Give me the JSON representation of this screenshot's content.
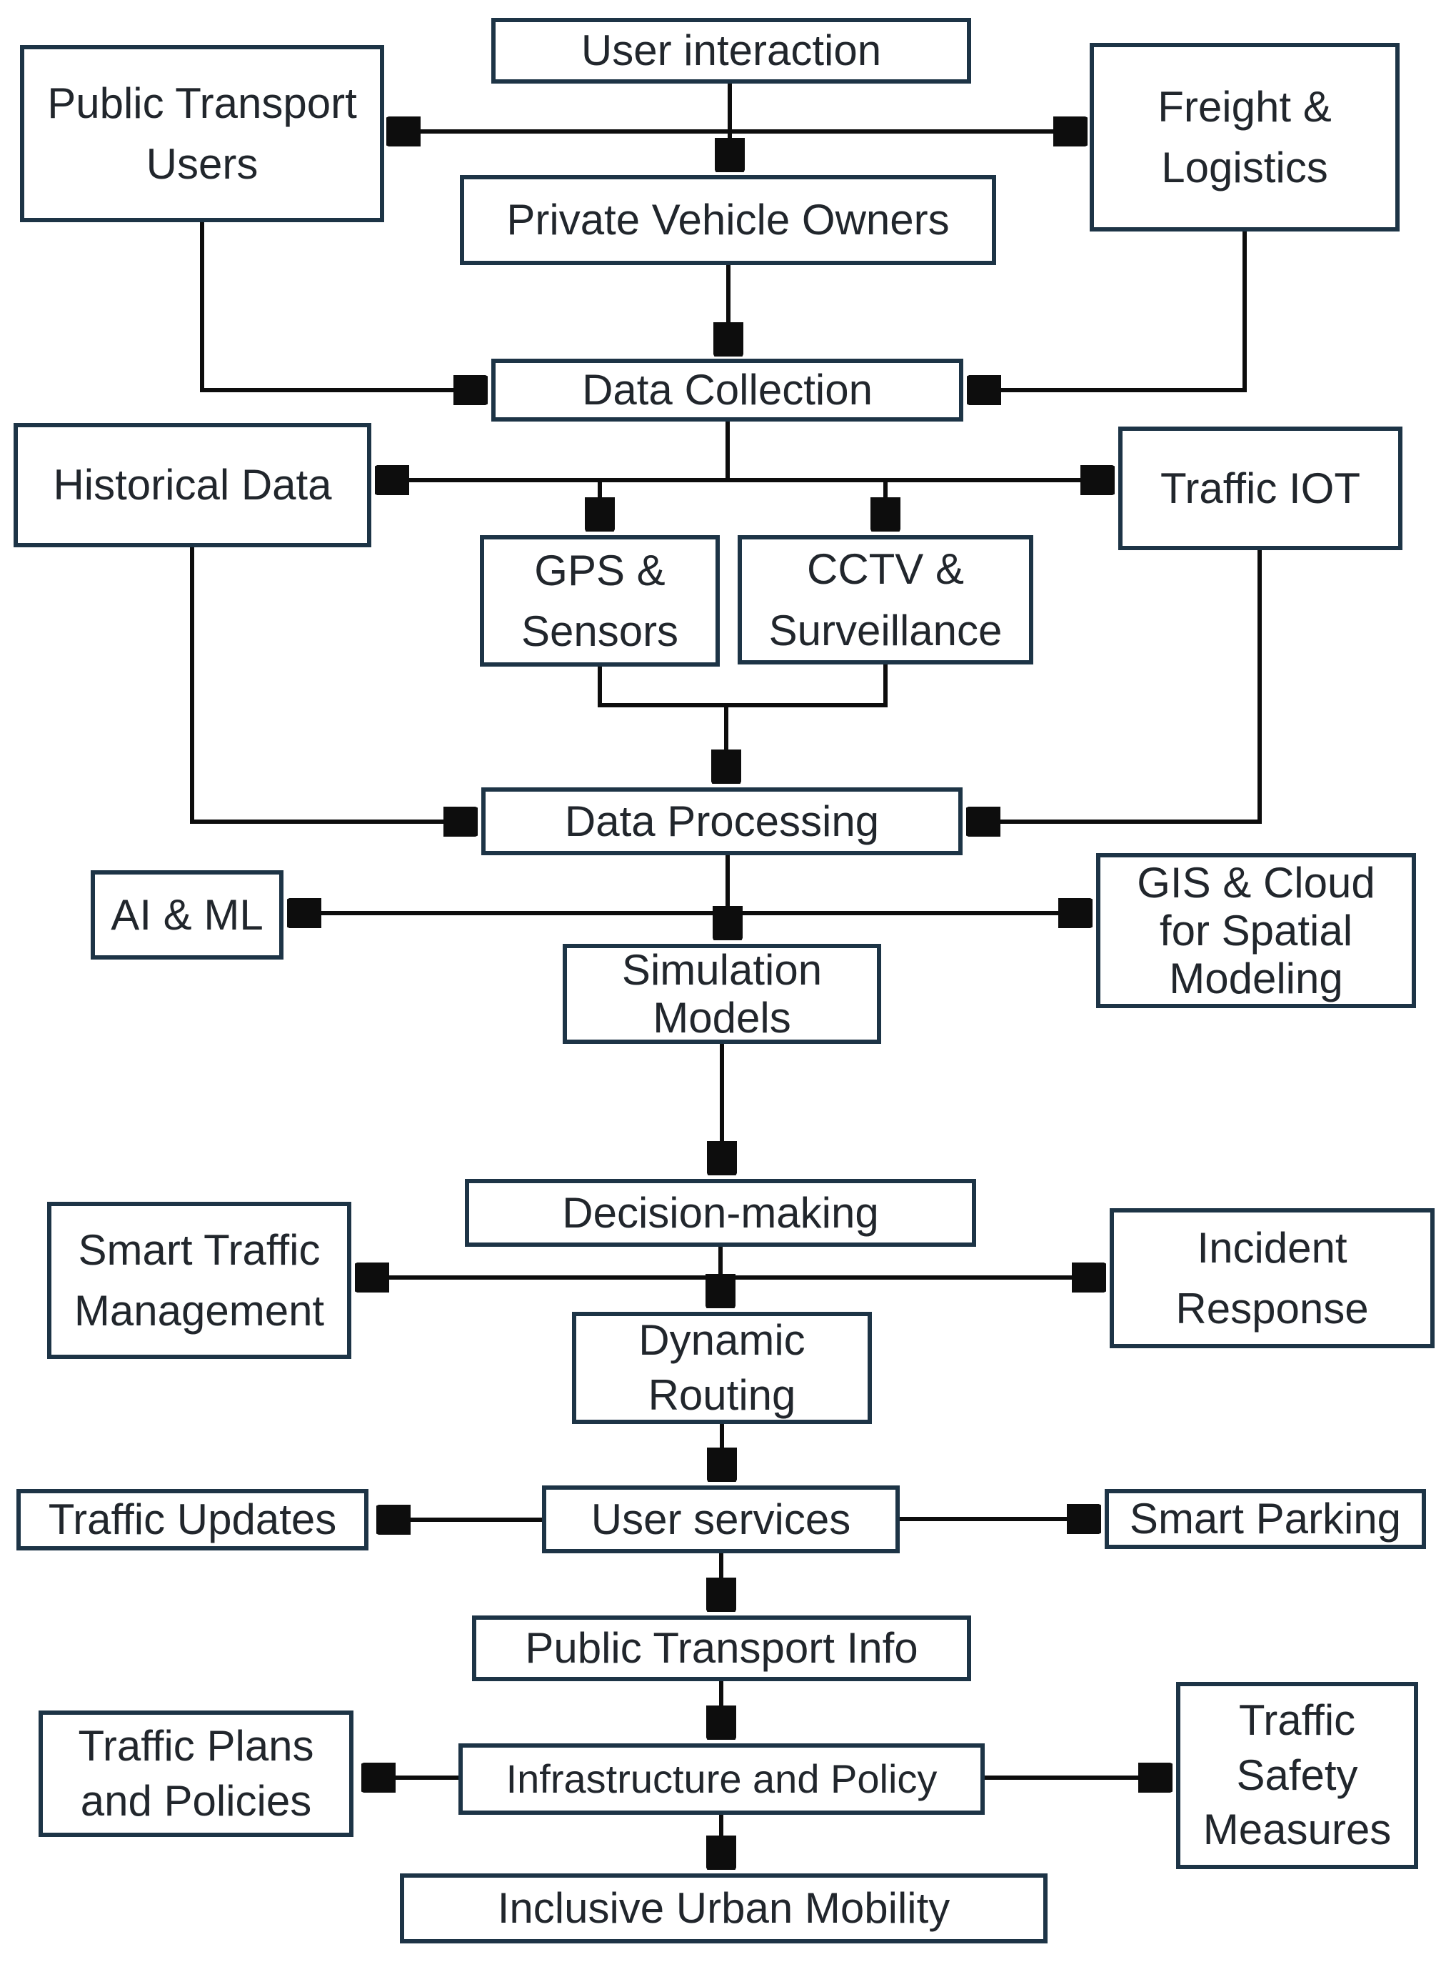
{
  "diagram_title": "Smart traffic management system flowchart",
  "colors": {
    "box_border": "#1d3446",
    "box_fill": "#ffffff",
    "connector": "#0d0d0d",
    "text": "#21262c",
    "background": "#ffffff"
  },
  "nodes": {
    "user_interaction": {
      "label": "User interaction"
    },
    "public_transport_users": {
      "label": "Public Transport\nUsers"
    },
    "freight_logistics": {
      "label": "Freight &\nLogistics"
    },
    "private_vehicle_owners": {
      "label": "Private Vehicle Owners"
    },
    "data_collection": {
      "label": "Data Collection"
    },
    "historical_data": {
      "label": "Historical Data"
    },
    "traffic_iot": {
      "label": "Traffic IOT"
    },
    "gps_sensors": {
      "label": "GPS &\nSensors"
    },
    "cctv_surveillance": {
      "label": "CCTV &\nSurveillance"
    },
    "data_processing": {
      "label": "Data Processing"
    },
    "ai_ml": {
      "label": "AI & ML"
    },
    "gis_cloud": {
      "label": "GIS & Cloud\nfor Spatial\nModeling"
    },
    "simulation_models": {
      "label": "Simulation\nModels"
    },
    "decision_making": {
      "label": "Decision-making"
    },
    "smart_traffic_management": {
      "label": "Smart Traffic\nManagement"
    },
    "incident_response": {
      "label": "Incident\nResponse"
    },
    "dynamic_routing": {
      "label": "Dynamic\nRouting"
    },
    "traffic_updates": {
      "label": "Traffic Updates"
    },
    "user_services": {
      "label": "User services"
    },
    "smart_parking": {
      "label": "Smart Parking"
    },
    "public_transport_info": {
      "label": "Public Transport Info"
    },
    "infrastructure_policy": {
      "label": "Infrastructure and Policy"
    },
    "traffic_plans_policies": {
      "label": "Traffic Plans\nand Policies"
    },
    "traffic_safety_measures": {
      "label": "Traffic\nSafety\nMeasures"
    },
    "inclusive_urban_mobility": {
      "label": "Inclusive Urban Mobility"
    }
  },
  "edges": [
    {
      "from": "user_interaction",
      "to": "public_transport_users"
    },
    {
      "from": "user_interaction",
      "to": "freight_logistics"
    },
    {
      "from": "user_interaction",
      "to": "private_vehicle_owners"
    },
    {
      "from": "private_vehicle_owners",
      "to": "data_collection"
    },
    {
      "from": "public_transport_users",
      "to": "data_collection"
    },
    {
      "from": "freight_logistics",
      "to": "data_collection"
    },
    {
      "from": "data_collection",
      "to": "historical_data"
    },
    {
      "from": "data_collection",
      "to": "traffic_iot"
    },
    {
      "from": "data_collection",
      "to": "gps_sensors"
    },
    {
      "from": "data_collection",
      "to": "cctv_surveillance"
    },
    {
      "from": "gps_sensors",
      "to": "data_processing"
    },
    {
      "from": "cctv_surveillance",
      "to": "data_processing"
    },
    {
      "from": "historical_data",
      "to": "data_processing"
    },
    {
      "from": "traffic_iot",
      "to": "data_processing"
    },
    {
      "from": "data_processing",
      "to": "ai_ml"
    },
    {
      "from": "data_processing",
      "to": "gis_cloud"
    },
    {
      "from": "data_processing",
      "to": "simulation_models"
    },
    {
      "from": "simulation_models",
      "to": "decision_making"
    },
    {
      "from": "decision_making",
      "to": "smart_traffic_management"
    },
    {
      "from": "decision_making",
      "to": "incident_response"
    },
    {
      "from": "decision_making",
      "to": "dynamic_routing"
    },
    {
      "from": "dynamic_routing",
      "to": "user_services"
    },
    {
      "from": "user_services",
      "to": "traffic_updates"
    },
    {
      "from": "user_services",
      "to": "smart_parking"
    },
    {
      "from": "user_services",
      "to": "public_transport_info"
    },
    {
      "from": "public_transport_info",
      "to": "infrastructure_policy"
    },
    {
      "from": "infrastructure_policy",
      "to": "traffic_plans_policies"
    },
    {
      "from": "infrastructure_policy",
      "to": "traffic_safety_measures"
    },
    {
      "from": "infrastructure_policy",
      "to": "inclusive_urban_mobility"
    }
  ]
}
